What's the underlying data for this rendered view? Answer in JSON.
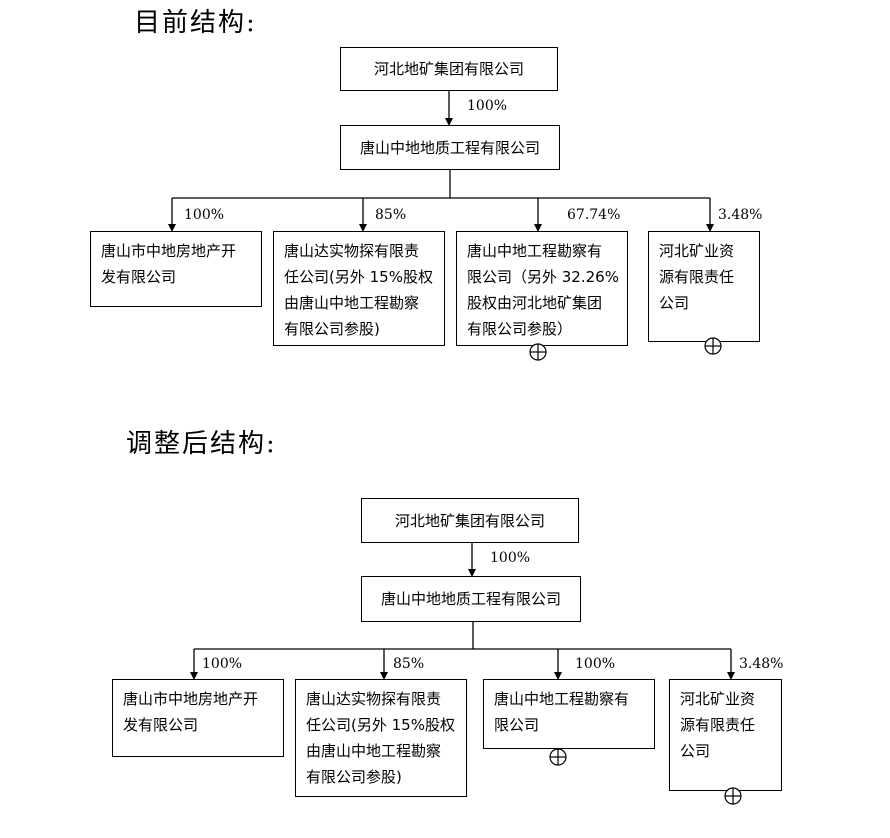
{
  "current": {
    "heading": "目前结构:",
    "group": "河北地矿集团有限公司",
    "group_pct": "100%",
    "parent": "唐山中地地质工程有限公司",
    "subs": [
      {
        "pct": "100%",
        "lines": [
          "唐山市中地房地产开",
          "发有限公司"
        ]
      },
      {
        "pct": "85%",
        "lines": [
          "唐山达实物探有限责",
          "任公司(另外 15%股权",
          "由唐山中地工程勘察",
          "有限公司参股)"
        ]
      },
      {
        "pct": "67.74%",
        "lines": [
          "唐山中地工程勘察有",
          "限公司（另外 32.26%",
          "股权由河北地矿集团",
          "有限公司参股）"
        ]
      },
      {
        "pct": "3.48%",
        "lines": [
          "河北矿业资",
          "源有限责任",
          "公司"
        ]
      }
    ]
  },
  "adjusted": {
    "heading": "调整后结构:",
    "group": "河北地矿集团有限公司",
    "group_pct": "100%",
    "parent": "唐山中地地质工程有限公司",
    "subs": [
      {
        "pct": "100%",
        "lines": [
          "唐山市中地房地产开",
          "发有限公司"
        ]
      },
      {
        "pct": "85%",
        "lines": [
          "唐山达实物探有限责",
          "任公司(另外 15%股权",
          "由唐山中地工程勘察",
          "有限公司参股)"
        ]
      },
      {
        "pct": "100%",
        "lines": [
          "唐山中地工程勘察有",
          "限公司"
        ]
      },
      {
        "pct": "3.48%",
        "lines": [
          "河北矿业资",
          "源有限责任",
          "公司"
        ]
      }
    ]
  }
}
